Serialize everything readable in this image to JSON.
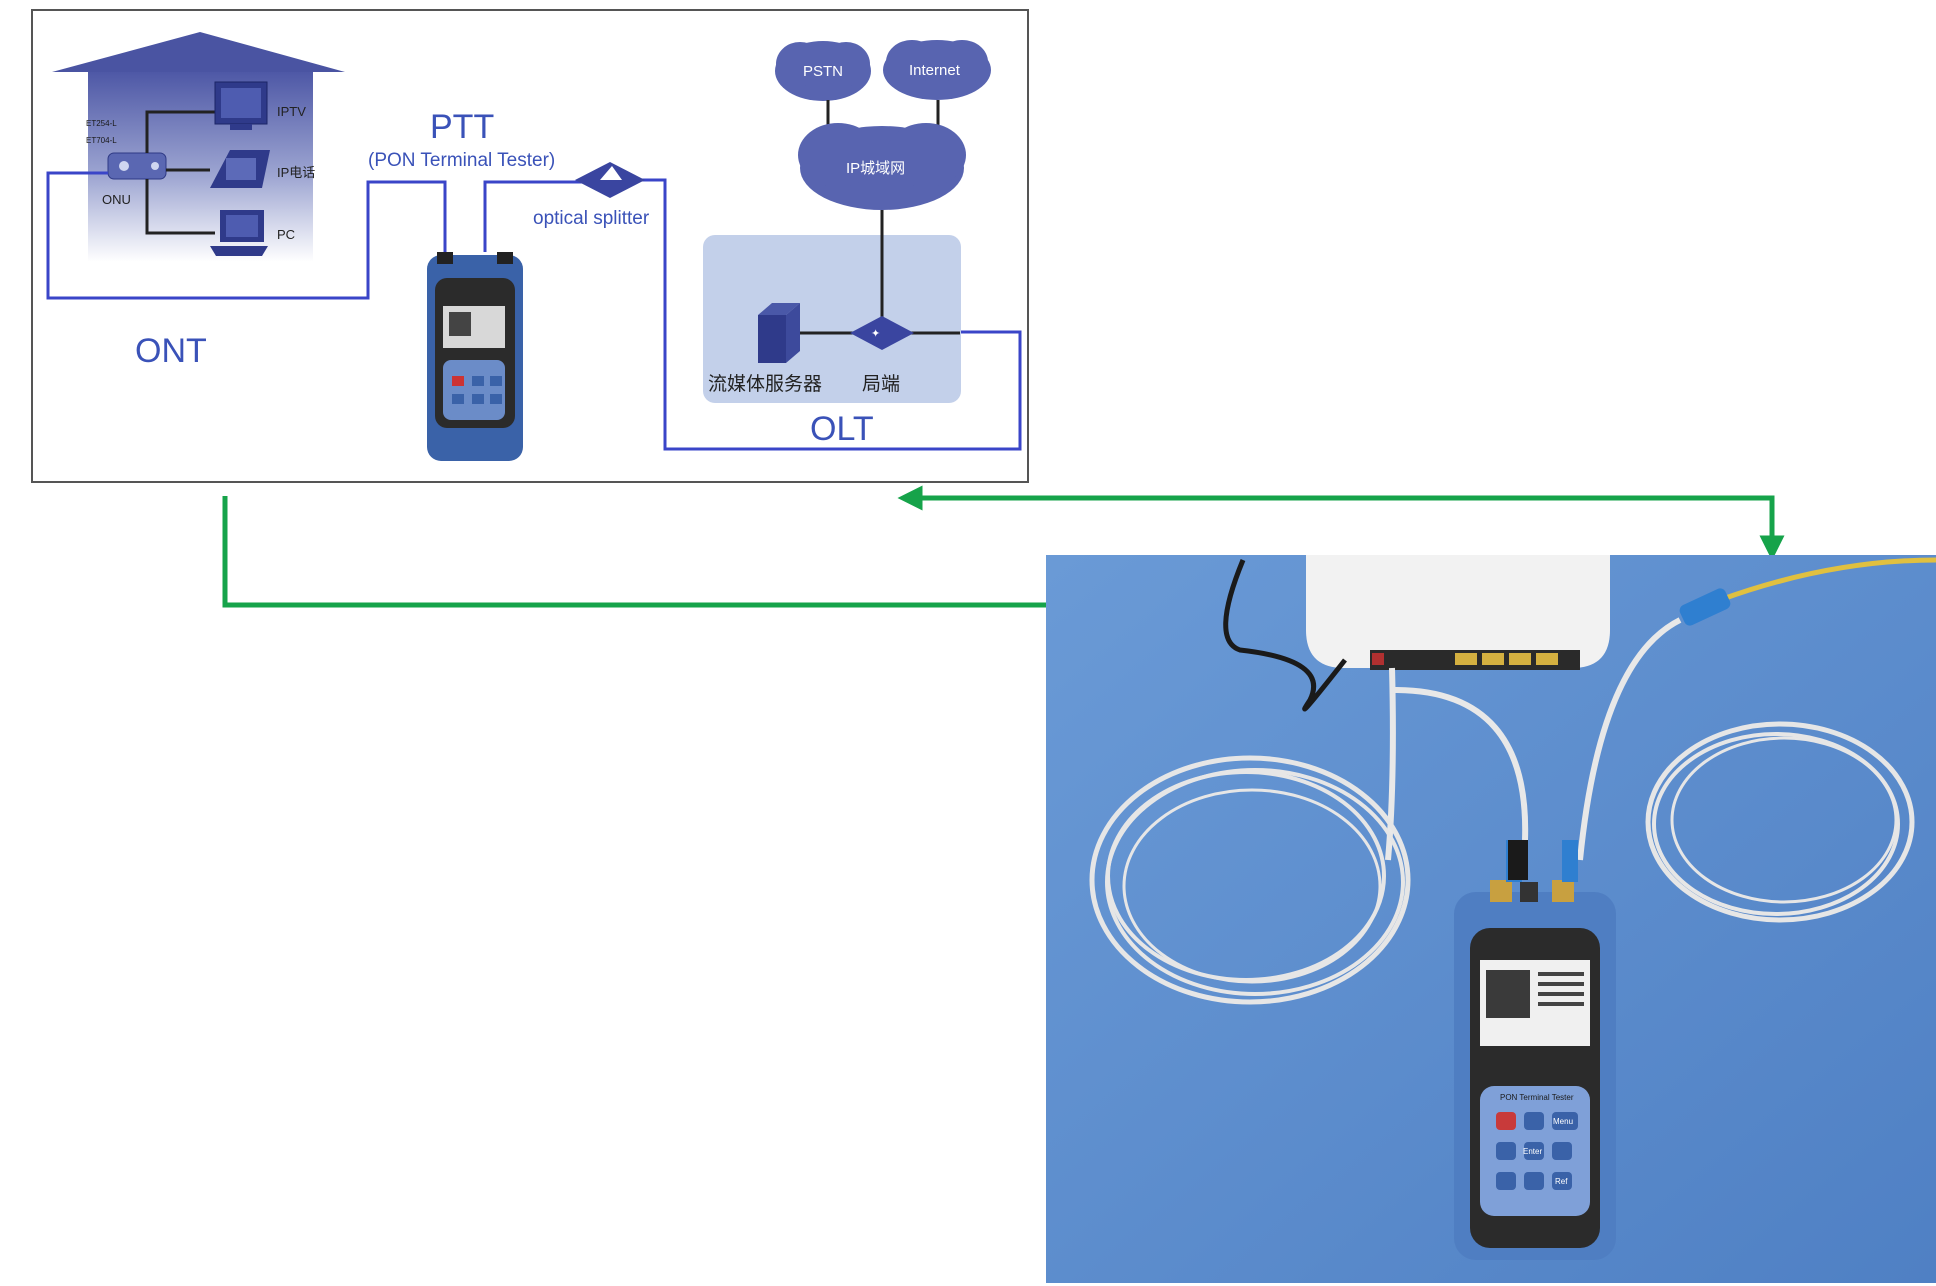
{
  "diagram": {
    "house": {
      "models": [
        "ET254-L",
        "ET704-L"
      ],
      "onu_label": "ONU",
      "devices": [
        {
          "name": "iptv",
          "label": "IPTV"
        },
        {
          "name": "ip-phone",
          "label": "IP电话"
        },
        {
          "name": "pc",
          "label": "PC"
        }
      ]
    },
    "ont_label": "ONT",
    "ptt_title": "PTT",
    "ptt_subtitle": "(PON Terminal Tester)",
    "splitter_label": "optical splitter",
    "clouds": {
      "pstn": "PSTN",
      "internet": "Internet",
      "ip_network": "IP城域网"
    },
    "olt": {
      "server_label": "流媒体服务器",
      "office_label": "局端",
      "olt_label": "OLT"
    },
    "tester_panel_text": "PON Terminal Tester",
    "tester_keys": [
      "Menu",
      "Enter",
      "Ref"
    ]
  },
  "colors": {
    "line_blue": "#3a45c8",
    "label_blue": "#3a52b8",
    "connector_green": "#16a34a",
    "photo_background": "#5f8fd0",
    "cloud": "#5864b0",
    "olt_box": "#c3d0ea",
    "tester_body": "#4f7ec2"
  }
}
